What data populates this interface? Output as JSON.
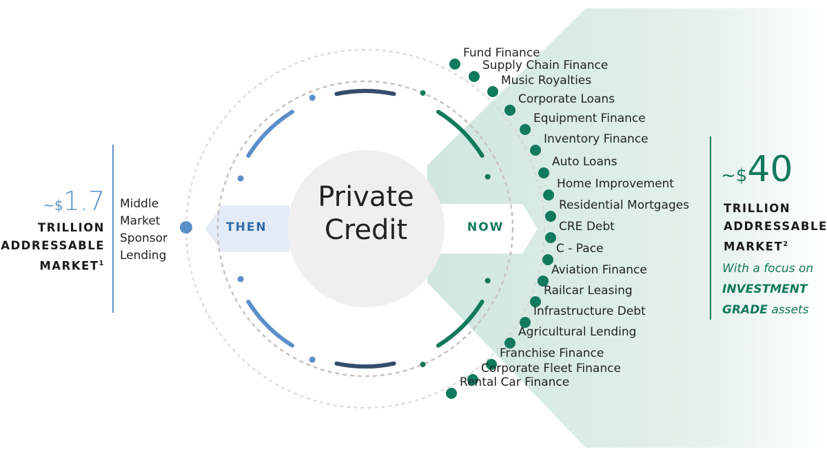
{
  "center": {
    "line1": "Private",
    "line2": "Credit"
  },
  "then_label": "THEN",
  "now_label": "NOW",
  "left": {
    "tilde": "~",
    "currency": "$",
    "amount": "1.7",
    "line1": "TRILLION",
    "line2": "ADDRESSABLE",
    "line3": "MARKET",
    "footnote": "1",
    "desc": [
      "Middle",
      "Market",
      "Sponsor",
      "Lending"
    ]
  },
  "right": {
    "tilde": "~",
    "currency": "$",
    "amount": "40",
    "line1": "TRILLION",
    "line2": "ADDRESSABLE",
    "line3": "MARKET",
    "footnote": "2",
    "focus_line1": "With a focus on",
    "focus_bold1": "INVESTMENT",
    "focus_bold2": "GRADE",
    "focus_tail": "assets"
  },
  "items": [
    "Fund Finance",
    "Supply Chain Finance",
    "Music Royalties",
    "Corporate Loans",
    "Equipment Finance",
    "Inventory Finance",
    "Auto Loans",
    "Home Improvement",
    "Residential Mortgages",
    "CRE Debt",
    "C - Pace",
    "Aviation Finance",
    "Railcar Leasing",
    "Infrastructure Debt",
    "Agricultural Lending",
    "Franchise Finance",
    "Corporate Fleet Finance",
    "Rental Car Finance"
  ],
  "colors": {
    "green": "#127a5c",
    "blue": "#5b8fc9",
    "navy": "#344e6c",
    "teal_bg": "#d3e9e2",
    "then_bg": "#e2ebf6",
    "center_bg": "#efefef"
  }
}
